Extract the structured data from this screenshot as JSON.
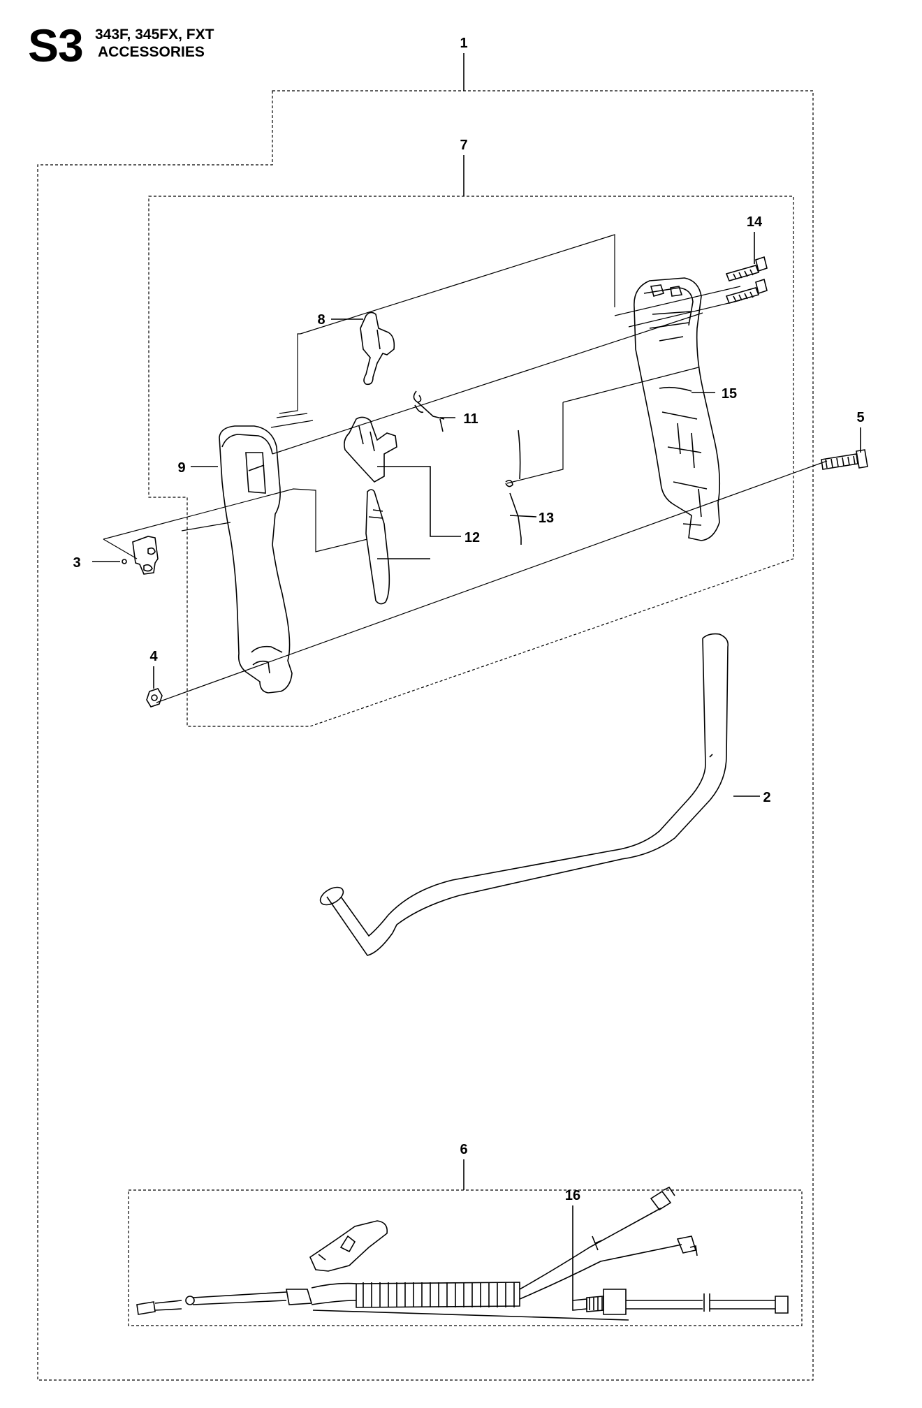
{
  "header": {
    "section": "S3",
    "models": "343F, 345FX, FXT",
    "category": "ACCESSORIES"
  },
  "callouts": {
    "c1": "1",
    "c2": "2",
    "c3": "3",
    "c4": "4",
    "c5": "5",
    "c6": "6",
    "c7": "7",
    "c8": "8",
    "c9": "9",
    "c11": "11",
    "c12": "12",
    "c13": "13",
    "c14": "14",
    "c15": "15",
    "c16": "16"
  },
  "colors": {
    "line": "#000000",
    "background": "#ffffff"
  }
}
